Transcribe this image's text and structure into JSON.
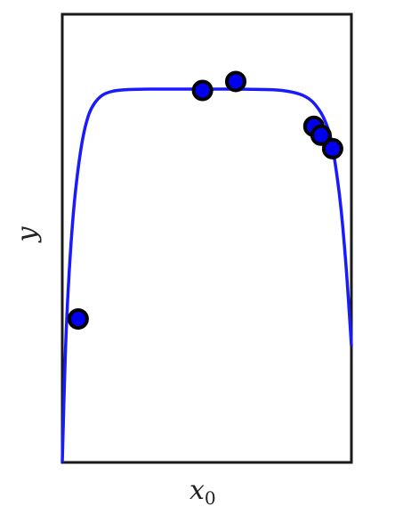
{
  "chart_data": {
    "type": "scatter",
    "title": "",
    "xlabel": "x",
    "xlabel_subscript": "0",
    "ylabel": "y",
    "xlim": [
      0,
      1
    ],
    "ylim": [
      0,
      1
    ],
    "xticks": [],
    "yticks": [],
    "grid": false,
    "legend": "none",
    "colors": {
      "curve": "#1a1aff",
      "points_fill": "#0000ee",
      "points_edge": "#000000",
      "frame": "#1a1a1a"
    },
    "series": [
      {
        "type": "line",
        "x": [
          0.0,
          0.01,
          0.02,
          0.035,
          0.05,
          0.07,
          0.09,
          0.11,
          0.14,
          0.18,
          0.23,
          0.3,
          0.4,
          0.5,
          0.6,
          0.7,
          0.76,
          0.82,
          0.86,
          0.89,
          0.91,
          0.93,
          0.95,
          0.965,
          0.98,
          0.99,
          1.0
        ],
        "y": [
          0.0,
          0.23,
          0.38,
          0.53,
          0.63,
          0.72,
          0.773,
          0.8,
          0.82,
          0.829,
          0.832,
          0.833,
          0.833,
          0.833,
          0.833,
          0.832,
          0.83,
          0.822,
          0.808,
          0.785,
          0.76,
          0.72,
          0.64,
          0.56,
          0.45,
          0.36,
          0.26
        ]
      },
      {
        "type": "scatter",
        "x": [
          0.055,
          0.485,
          0.6,
          0.87,
          0.895,
          0.935
        ],
        "y": [
          0.32,
          0.83,
          0.85,
          0.75,
          0.73,
          0.7
        ]
      }
    ]
  }
}
